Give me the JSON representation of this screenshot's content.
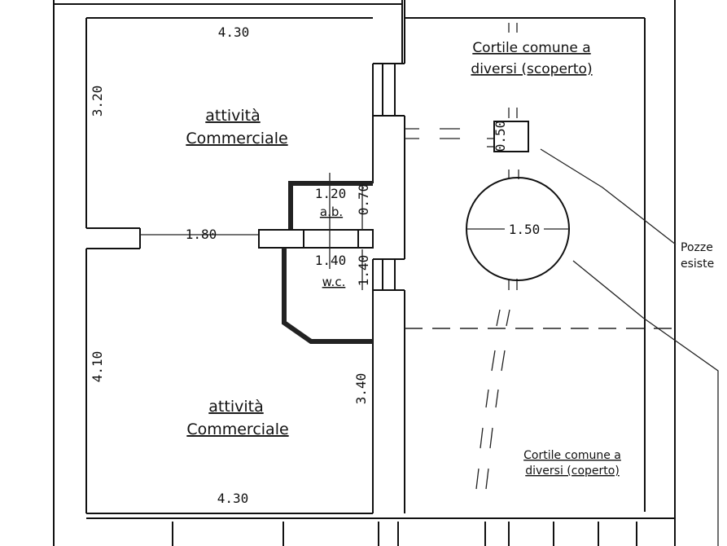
{
  "rooms": {
    "top_room": {
      "line1": "attività",
      "line2": "Commerciale"
    },
    "bottom_room": {
      "line1": "attività",
      "line2": "Commerciale"
    },
    "bathroom_ab": "a.b.",
    "bathroom_wc": "w.c."
  },
  "courtyards": {
    "uncovered": {
      "line1": "Cortile comune a",
      "line2": "diversi (scoperto)"
    },
    "covered": {
      "line1": "Cortile comune a",
      "line2": "diversi (coperto)"
    }
  },
  "well_label": {
    "line1": "Pozze",
    "line2": "esiste"
  },
  "dimensions": {
    "top_width": "4.30",
    "top_height": "3.20",
    "corridor": "1.80",
    "ab_width": "1.20",
    "ab_height": "0.70",
    "wc_width": "1.40",
    "wc_height": "1.40",
    "bottom_height": "4.10",
    "bottom_right_height": "3.40",
    "bottom_width": "4.30",
    "small_box": "0.50",
    "circle": "1.50"
  }
}
